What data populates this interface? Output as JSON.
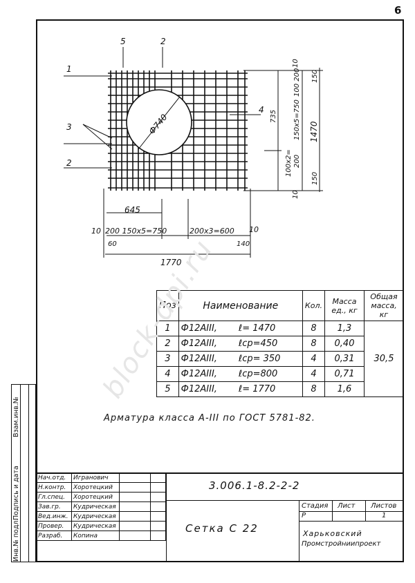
{
  "page_number": "6",
  "watermark": "block-dpi.ru",
  "drawing": {
    "diameter_label": "Ф740",
    "position_markers": [
      "1",
      "2",
      "3",
      "4",
      "5",
      "2"
    ],
    "dims": {
      "d645": "645",
      "bottom_10a": "10",
      "bottom_chain1": "200 150х5=750",
      "bottom_chain2": "200х3=600",
      "bottom_10b": "10",
      "bottom_60": "60",
      "bottom_140": "140",
      "bottom_total": "1770",
      "right_735": "735",
      "right_10a": "10",
      "right_150a": "150",
      "right_1470": "1470",
      "right_100_200a": "100 200",
      "right_150x5": "150х5=750",
      "right_100x2": "100х2=",
      "right_200b": "200",
      "right_150b": "150",
      "right_10b": "10"
    }
  },
  "spec_table": {
    "headers": [
      "Поз",
      "Наименование",
      "Кол.",
      "Масса ед., кг",
      "Общая масса, кг"
    ],
    "rows": [
      {
        "pos": "1",
        "name": "Ф12АIII,",
        "len": "ℓ= 1470",
        "qty": "8",
        "mass": "1,3"
      },
      {
        "pos": "2",
        "name": "Ф12АIII,",
        "len": "ℓср=450",
        "qty": "8",
        "mass": "0,40"
      },
      {
        "pos": "3",
        "name": "Ф12АIII,",
        "len": "ℓср= 350",
        "qty": "4",
        "mass": "0,31"
      },
      {
        "pos": "4",
        "name": "Ф12АIII,",
        "len": "ℓср=800",
        "qty": "4",
        "mass": "0,71"
      },
      {
        "pos": "5",
        "name": "Ф12АIII,",
        "len": "ℓ= 1770",
        "qty": "8",
        "mass": "1,6"
      }
    ],
    "total_mass": "30,5"
  },
  "note": "Арматура класса А-III по ГОСТ 5781-82.",
  "sidebar": {
    "label1": "Инв.№ подл.",
    "label2": "Подпись и дата",
    "label3": "Взам.инв.№"
  },
  "stamp": {
    "signers": [
      {
        "role": "Нач.отд.",
        "name": "Игранович"
      },
      {
        "role": "Н.контр.",
        "name": "Хоротецкий"
      },
      {
        "role": "Гл.спец.",
        "name": "Хоротецкий"
      },
      {
        "role": "Зав.гр.",
        "name": "Кудрическая"
      },
      {
        "role": "Вед.инж.",
        "name": "Кудрическая"
      },
      {
        "role": "Провер.",
        "name": "Кудрическая"
      },
      {
        "role": "Разраб.",
        "name": "Копина"
      }
    ],
    "doc_code": "3.006.1-8.2-2-2",
    "title": "Сетка С 22",
    "stage_label": "Стадия",
    "sheet_label": "Лист",
    "sheets_label": "Листов",
    "stage": "Р",
    "sheet": "",
    "sheets": "1",
    "org_line1": "Харьковский",
    "org_line2": "Промстройниипроект"
  }
}
